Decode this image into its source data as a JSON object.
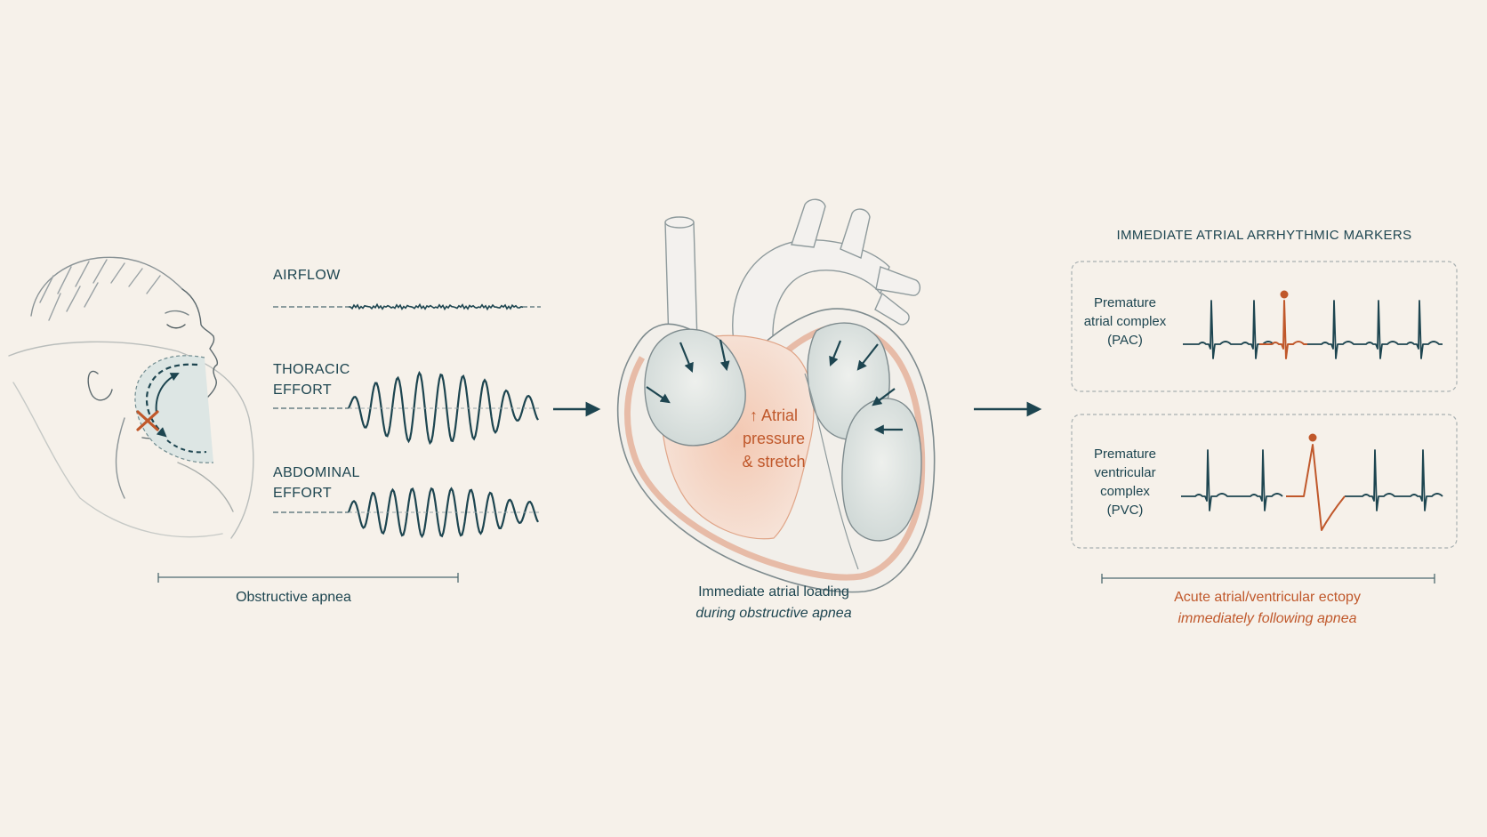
{
  "signals": {
    "airflow": "AIRFLOW",
    "thoracic": [
      "THORACIC",
      "EFFORT"
    ],
    "abdominal": [
      "ABDOMINAL",
      "EFFORT"
    ]
  },
  "left_caption": "Obstructive apnea",
  "heart": {
    "label": [
      "↑ Atrial",
      "pressure",
      "& stretch"
    ],
    "caption_main": "Immediate atrial loading",
    "caption_sub": "during obstructive apnea"
  },
  "markers": {
    "title": "IMMEDIATE ATRIAL ARRHYTHMIC MARKERS",
    "pac": [
      "Premature",
      "atrial complex",
      "(PAC)"
    ],
    "pvc": [
      "Premature",
      "ventricular",
      "complex",
      "(PVC)"
    ],
    "caption_main": "Acute atrial/ventricular ectopy",
    "caption_sub": "immediately following apnea"
  },
  "colors": {
    "teal": "#1d4550",
    "orange": "#c0582b",
    "background": "#f6f1ea"
  },
  "icons": [
    "sleeping-head-icon",
    "airway-obstruction-icon",
    "heart-icon",
    "flow-arrow-icon",
    "ecg-trace-icon"
  ]
}
